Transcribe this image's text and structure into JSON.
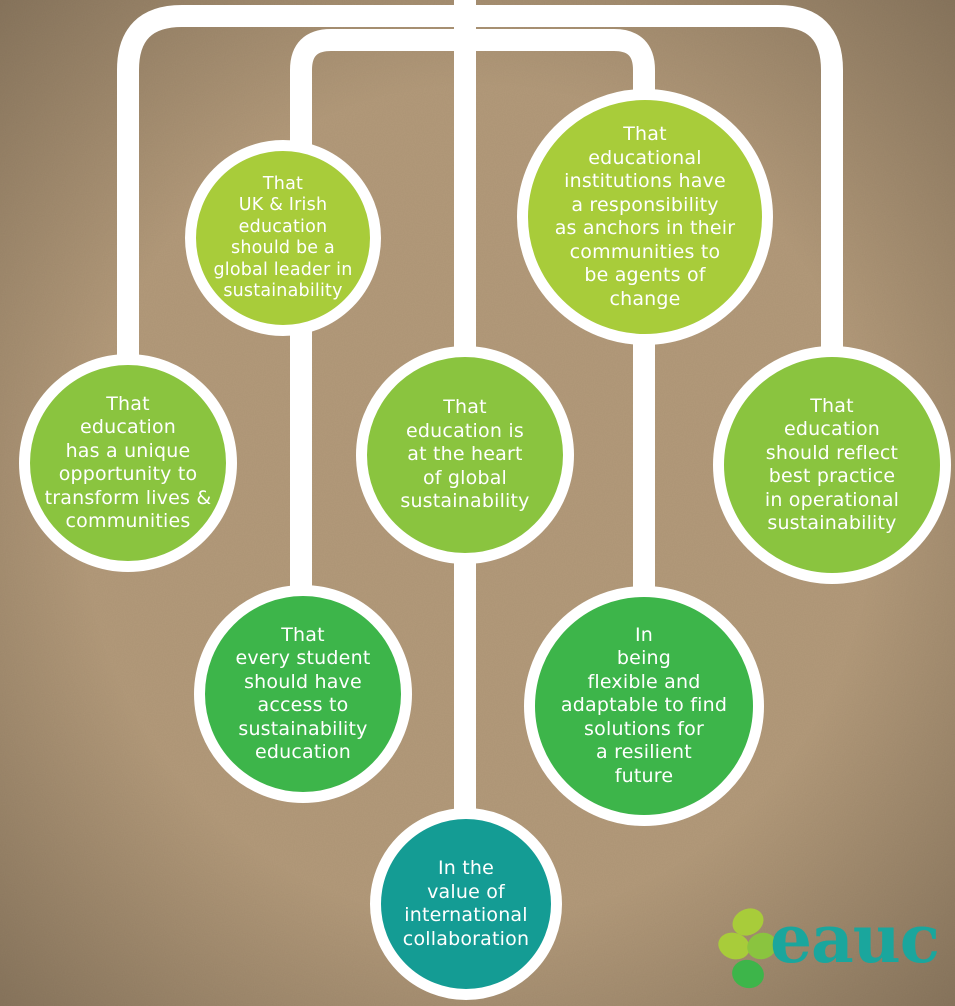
{
  "colors": {
    "background": "#b39a7a",
    "connector": "#ffffff",
    "light_green": "#a8cc3a",
    "mid_green": "#8ac43f",
    "dark_green": "#3db54a",
    "teal": "#149c94"
  },
  "nodes": [
    {
      "id": "uk-irish-leader",
      "text": "That\nUK & Irish\neducation\nshould be a\nglobal leader in\nsustainability",
      "color": "light_green"
    },
    {
      "id": "anchors",
      "text": "That\neducational\ninstitutions have\na responsibility\nas anchors in their\ncommunities to\nbe agents of\nchange",
      "color": "light_green"
    },
    {
      "id": "transform-lives",
      "text": "That\neducation\nhas a unique\nopportunity to\ntransform lives &\ncommunities",
      "color": "mid_green"
    },
    {
      "id": "heart",
      "text": "That\neducation is\nat the heart\nof global\nsustainability",
      "color": "mid_green"
    },
    {
      "id": "best-practice",
      "text": "That\neducation\nshould reflect\nbest practice\nin operational\nsustainability",
      "color": "mid_green"
    },
    {
      "id": "every-student",
      "text": "That\nevery student\nshould have\naccess to\nsustainability\neducation",
      "color": "dark_green"
    },
    {
      "id": "flexible",
      "text": "In\nbeing\nflexible and\nadaptable to find\nsolutions for\na resilient\nfuture",
      "color": "dark_green"
    },
    {
      "id": "international",
      "text": "In the\nvalue of\ninternational\ncollaboration",
      "color": "teal"
    }
  ],
  "logo": {
    "text": "eauc",
    "text_color": "#1aa69d",
    "leaf_colors": [
      "#a8cc3a",
      "#8ac43f",
      "#3db54a"
    ]
  }
}
